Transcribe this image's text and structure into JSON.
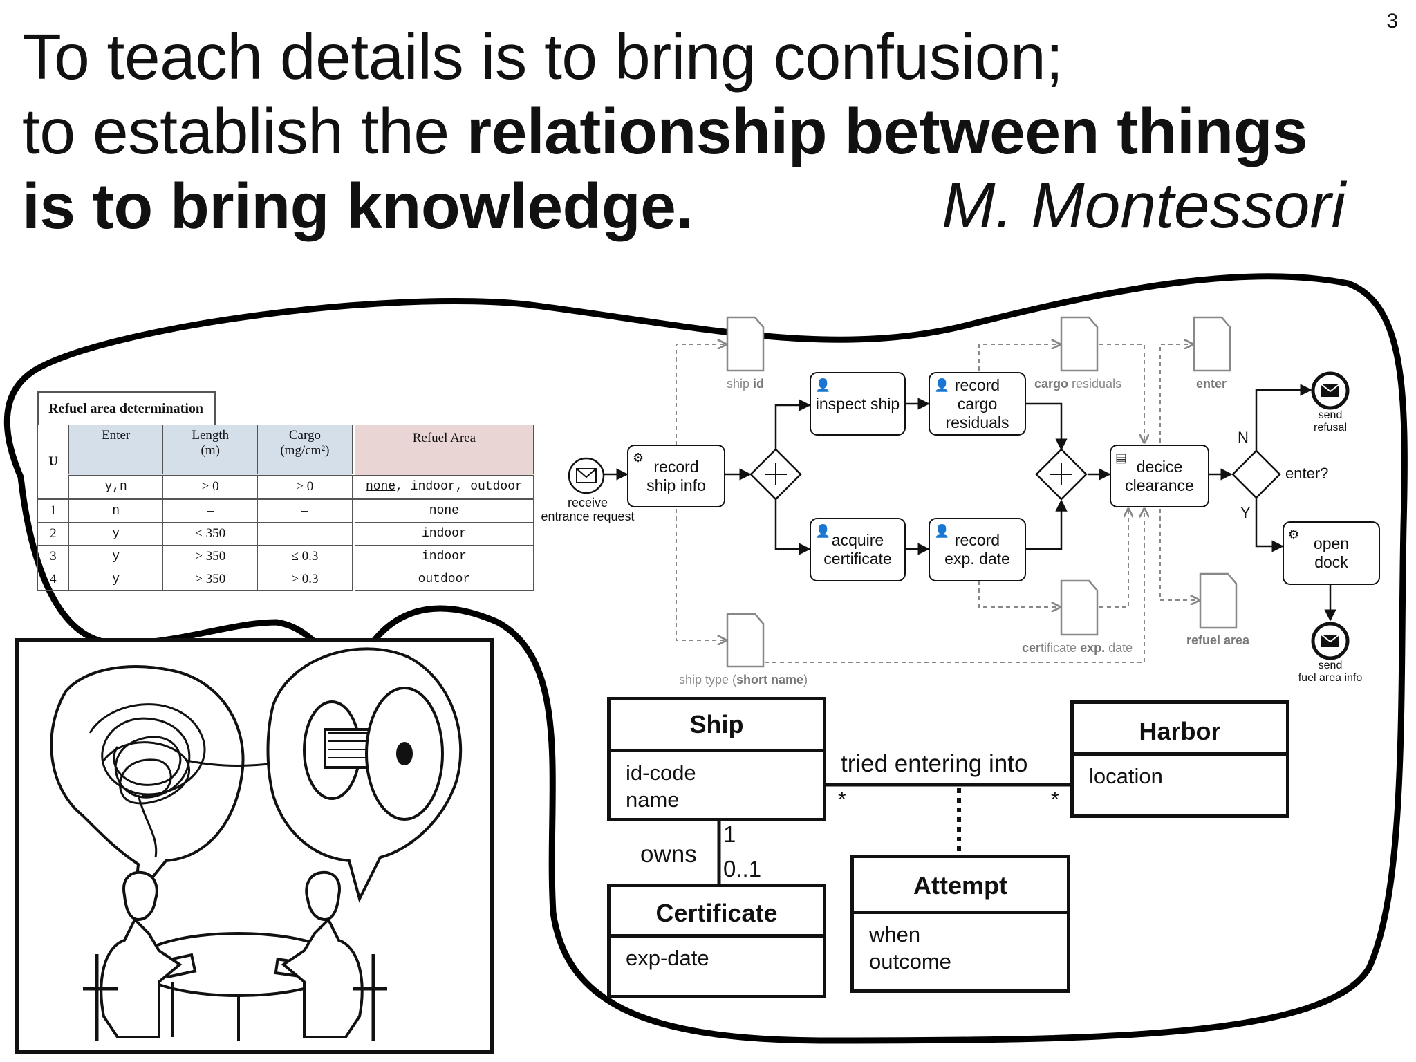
{
  "slide": {
    "page_number": "3",
    "quote_line1": "To teach details is to bring confusion;",
    "quote_line2_plain": "to establish the ",
    "quote_line2_bold": "relationship between things",
    "quote_line3_bold": "is to bring knowledge.",
    "author": "M. Montessori"
  },
  "decision_table": {
    "title": "Refuel area determination",
    "hit_policy": "U",
    "inputs": [
      {
        "label": "Enter",
        "unit": "",
        "domain": "y,n"
      },
      {
        "label": "Length",
        "unit": "(m)",
        "domain": "≥ 0"
      },
      {
        "label": "Cargo",
        "unit": "(mg/cm²)",
        "domain": "≥ 0"
      }
    ],
    "output": {
      "label": "Refuel Area",
      "domain_u": "none",
      "domain_rest": ", indoor, outdoor"
    },
    "rules": [
      {
        "n": "1",
        "enter": "n",
        "length": "–",
        "cargo": "–",
        "area": "none"
      },
      {
        "n": "2",
        "enter": "y",
        "length": "≤ 350",
        "cargo": "–",
        "area": "indoor"
      },
      {
        "n": "3",
        "enter": "y",
        "length": "> 350",
        "cargo": "≤ 0.3",
        "area": "indoor"
      },
      {
        "n": "4",
        "enter": "y",
        "length": "> 350",
        "cargo": "> 0.3",
        "area": "outdoor"
      }
    ]
  },
  "process": {
    "start_event": "receive\nentrance request",
    "tasks": {
      "record_ship_info": "record\nship info",
      "inspect_ship": "inspect ship",
      "record_cargo": "record\ncargo\nresiduals",
      "acquire_certificate": "acquire\ncertificate",
      "record_exp_date": "record\nexp. date",
      "decide_clearance": "decice\nclearance",
      "open_dock": "open\ndock"
    },
    "gateway_label": "enter?",
    "branch_n": "N",
    "branch_y": "Y",
    "end_refusal": "send\nrefusal",
    "end_fuel": "send\nfuel area info",
    "data": {
      "ship_id_a": "ship ",
      "ship_id_b": "id",
      "cargo_a": "cargo",
      "cargo_b": " residuals",
      "enter": "enter",
      "cert_a": "cer",
      "cert_b": "tificate ",
      "cert_c": "exp.",
      "cert_d": " date",
      "refuel": "refuel area",
      "shiptype_a": "ship type (",
      "shiptype_b": "short name",
      "shiptype_c": ")"
    }
  },
  "uml": {
    "ship": {
      "name": "Ship",
      "attrs": "id-code\nname"
    },
    "harbor": {
      "name": "Harbor",
      "attrs": "location"
    },
    "certificate": {
      "name": "Certificate",
      "attrs": "exp-date"
    },
    "attempt": {
      "name": "Attempt",
      "attrs": "when\noutcome"
    },
    "assoc_label": "tried entering into",
    "mult_left": "*",
    "mult_right": "*",
    "owns_label": "owns",
    "owns_mult_top": "1",
    "owns_mult_bottom": "0..1"
  }
}
